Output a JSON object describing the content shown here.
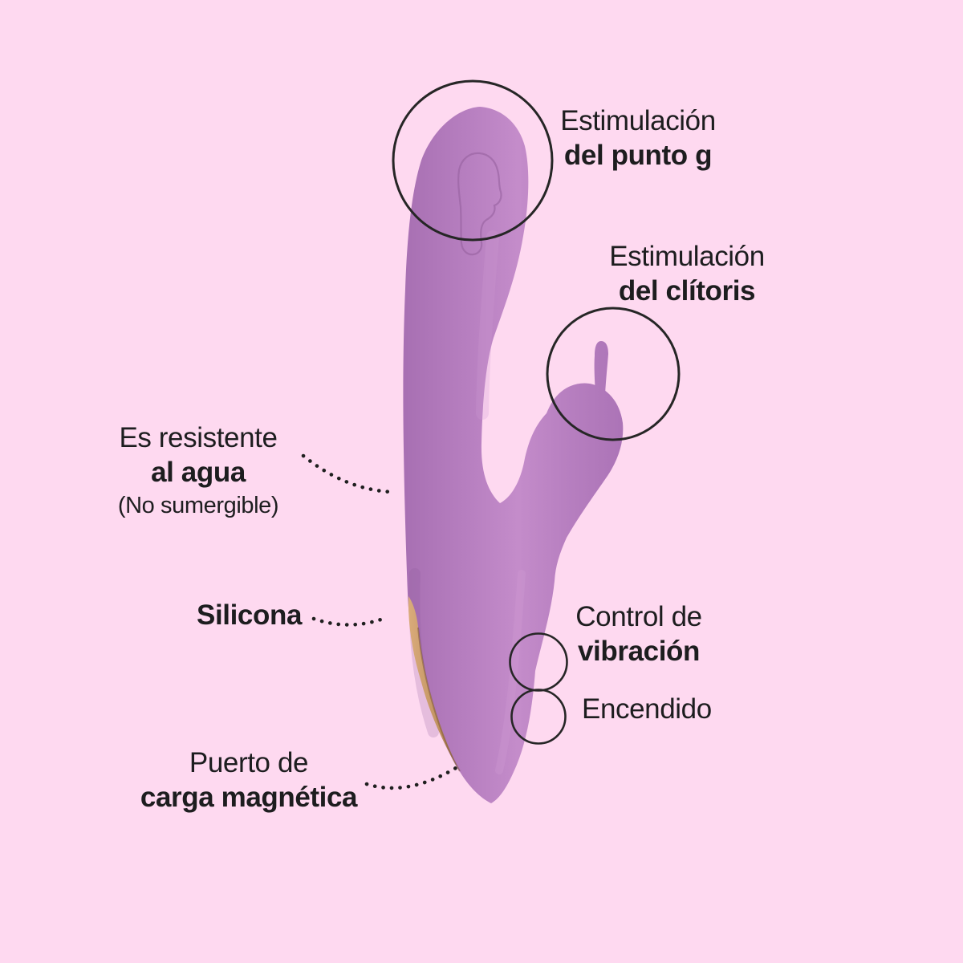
{
  "figure": {
    "bg_color": "#fed9f0",
    "product": {
      "kind": "rabbit-vibrator-photo",
      "body_color_dark": "#a76fb2",
      "body_color": "#b77fc0",
      "body_color_light": "#c48cca",
      "body_color_edge": "#ab73b6",
      "emboss_line_color": "#96619f",
      "charge_port_light": "#dcae7d",
      "charge_port_dark": "#aa7a48",
      "charge_port_edge": "#6f4b2e"
    },
    "annotation": {
      "dot_color": "#1f1f1f",
      "circle_color": "#262626"
    }
  },
  "labels": {
    "punto_g": {
      "line1": "Estimulación",
      "line2": "del punto g"
    },
    "clitoris": {
      "line1": "Estimulación",
      "line2": "del clítoris"
    },
    "agua": {
      "line1": "Es resistente",
      "line2": "al agua",
      "line3": "(No sumergible)"
    },
    "silicona": {
      "text": "Silicona"
    },
    "vibracion": {
      "line1": "Control de",
      "line2": "vibración"
    },
    "encendido": {
      "text": "Encendido"
    },
    "carga": {
      "line1": "Puerto de",
      "line2": "carga magnética"
    }
  }
}
